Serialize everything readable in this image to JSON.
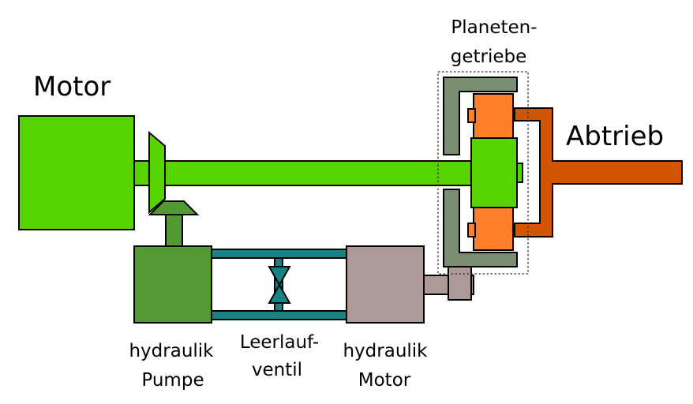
{
  "labels": {
    "motor": "Motor",
    "output": "Abtrieb",
    "planetary_line1": "Planeten-",
    "planetary_line2": "getriebe",
    "pump_line1": "hydraulik",
    "pump_line2": "Pumpe",
    "valve_line1": "Leerlauf-",
    "valve_line2": "ventil",
    "hydro_motor_line1": "hydraulik",
    "hydro_motor_line2": "Motor"
  },
  "colors": {
    "engine_green": "#55d400",
    "pump_green": "#549a33",
    "hydraulic_teal": "#168484",
    "hydro_motor_mauve": "#ae9999",
    "planet_orange": "#ff7f2a",
    "output_orange": "#d45500",
    "ring_gray": "#7a8f72",
    "outline": "#000000"
  }
}
